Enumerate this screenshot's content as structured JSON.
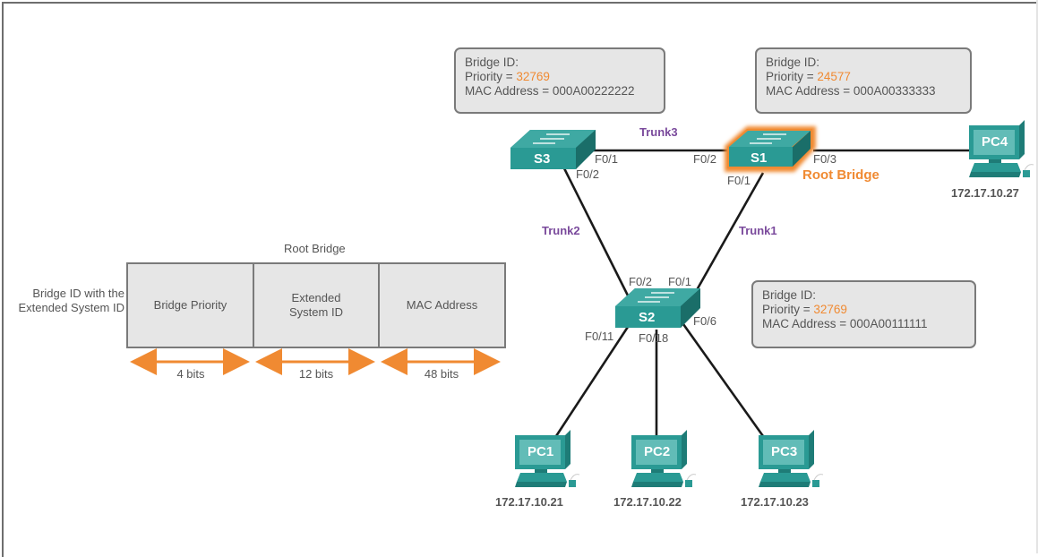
{
  "colors": {
    "teal": "#2a9a94",
    "teal_dark": "#1e7c77",
    "teal_light": "#4fb7b1",
    "orange": "#f08a32",
    "trunk_purple": "#7a4a9c",
    "box_fill": "#e6e6e6",
    "box_border": "#7a7a7a",
    "text_gray": "#555555"
  },
  "bridge_id_format": {
    "title": "Root Bridge",
    "side_label_line1": "Bridge ID with the",
    "side_label_line2": "Extended System ID",
    "fields": [
      {
        "label_line1": "Bridge Priority",
        "label_line2": "",
        "bits": "4 bits"
      },
      {
        "label_line1": "Extended",
        "label_line2": "System ID",
        "bits": "12 bits"
      },
      {
        "label_line1": "MAC Address",
        "label_line2": "",
        "bits": "48 bits"
      }
    ]
  },
  "info_boxes": {
    "s3": {
      "line1": "Bridge ID:",
      "priority_label": "Priority = ",
      "priority": "32769",
      "mac": "MAC Address = 000A00222222"
    },
    "s1": {
      "line1": "Bridge ID:",
      "priority_label": "Priority = ",
      "priority": "24577",
      "mac": "MAC Address = 000A00333333"
    },
    "s2": {
      "line1": "Bridge ID:",
      "priority_label": "Priority = ",
      "priority": "32769",
      "mac": "MAC Address = 000A00111111"
    }
  },
  "switches": {
    "s1": {
      "name": "S1",
      "root": true
    },
    "s2": {
      "name": "S2",
      "root": false
    },
    "s3": {
      "name": "S3",
      "root": false
    }
  },
  "root_bridge_label": "Root Bridge",
  "trunks": {
    "trunk1": "Trunk1",
    "trunk2": "Trunk2",
    "trunk3": "Trunk3"
  },
  "ports": {
    "s3_f01": "F0/1",
    "s3_f02": "F0/2",
    "s1_f02": "F0/2",
    "s1_f01": "F0/1",
    "s1_f03": "F0/3",
    "s2_f02": "F0/2",
    "s2_f01": "F0/1",
    "s2_f06": "F0/6",
    "s2_f011": "F0/11",
    "s2_f018": "F0/18"
  },
  "pcs": {
    "pc1": {
      "name": "PC1",
      "ip": "172.17.10.21"
    },
    "pc2": {
      "name": "PC2",
      "ip": "172.17.10.22"
    },
    "pc3": {
      "name": "PC3",
      "ip": "172.17.10.23"
    },
    "pc4": {
      "name": "PC4",
      "ip": "172.17.10.27"
    }
  }
}
